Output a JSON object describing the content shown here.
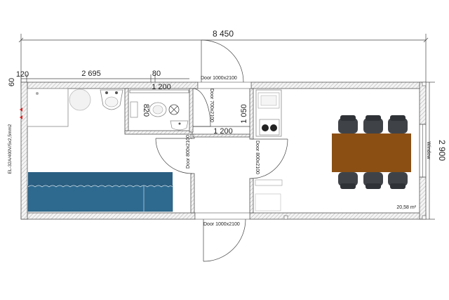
{
  "dimensions": {
    "total_width": "8 450",
    "total_depth": "2 900",
    "left_wall": "120",
    "bath_room_width": "2 695",
    "partition": "80",
    "wc_width": "1 200",
    "corridor_width": "1 200",
    "wc_depth": "820",
    "corridor_depth": "1 050",
    "end_wall": "60"
  },
  "labels": {
    "door_top": "Door 1000x2100",
    "door_bottom": "Door 1000x2100",
    "door_wc": "Door 700x2100",
    "door_left": "Door 800x2100",
    "door_right": "Door 800x2100",
    "window": "Window",
    "electric": "EL-32A/400V/5x2,5mm2",
    "area": "20,58 m²"
  },
  "colors": {
    "table": "#8b4f14",
    "sofa": "#2a5f82",
    "chair": "#3f4348",
    "socket": "#e02020"
  },
  "icons": [
    "shower-icon",
    "washbasin-icon",
    "toilet-icon",
    "lamp-icon",
    "kitchen-sink-icon",
    "stove-icon",
    "chair-icon",
    "socket-icon"
  ]
}
